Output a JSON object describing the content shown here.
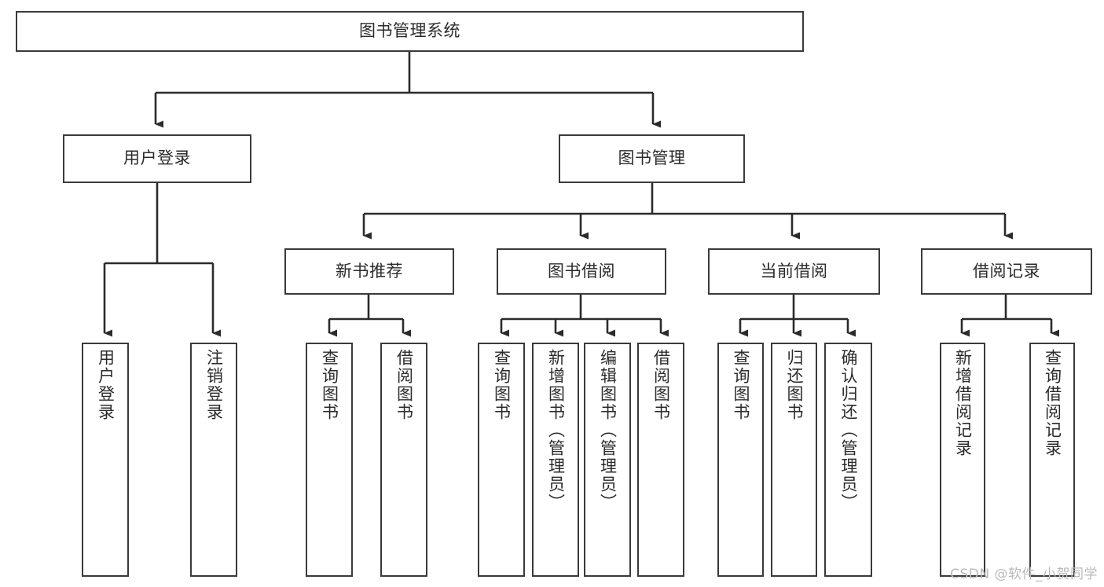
{
  "diagram": {
    "type": "tree-hierarchy-chart",
    "title": "图书管理系统",
    "orientation": "top-down",
    "colors": {
      "box_border": "#3a3a3a",
      "box_fill": "#ffffff",
      "connector": "#3a3a3a",
      "text": "#2b2b2b",
      "watermark": "#b9b9b9"
    },
    "levels": 4
  },
  "nodes": {
    "root": {
      "label": "图书管理系统",
      "level": 0
    },
    "level1": [
      {
        "id": "user-login",
        "label": "用户登录"
      },
      {
        "id": "book-manage",
        "label": "图书管理"
      }
    ],
    "level2": [
      {
        "id": "new-book-recommend",
        "label": "新书推荐",
        "parent": "book-manage"
      },
      {
        "id": "book-borrow",
        "label": "图书借阅",
        "parent": "book-manage"
      },
      {
        "id": "current-borrow",
        "label": "当前借阅",
        "parent": "book-manage"
      },
      {
        "id": "borrow-record",
        "label": "借阅记录",
        "parent": "book-manage"
      }
    ],
    "leaves": {
      "user-login": [
        {
          "id": "leaf-user-login",
          "label": "用户登录"
        },
        {
          "id": "leaf-logout-login",
          "label": "注销登录"
        }
      ],
      "new-book-recommend": [
        {
          "id": "leaf-query-book-1",
          "label": "查询图书"
        },
        {
          "id": "leaf-borrow-book-1",
          "label": "借阅图书"
        }
      ],
      "book-borrow": [
        {
          "id": "leaf-query-book-2",
          "label": "查询图书"
        },
        {
          "id": "leaf-add-book",
          "label": "新增图书（管理员）"
        },
        {
          "id": "leaf-edit-book",
          "label": "编辑图书（管理员）"
        },
        {
          "id": "leaf-borrow-book-2",
          "label": "借阅图书"
        }
      ],
      "current-borrow": [
        {
          "id": "leaf-query-book-3",
          "label": "查询图书"
        },
        {
          "id": "leaf-return-book",
          "label": "归还图书"
        },
        {
          "id": "leaf-confirm-return",
          "label": "确认归还（管理员）"
        }
      ],
      "borrow-record": [
        {
          "id": "leaf-add-record",
          "label": "新增借阅记录"
        },
        {
          "id": "leaf-query-record",
          "label": "查询借阅记录"
        }
      ]
    }
  },
  "watermark": {
    "text": "CSDN @软件_小贺同学"
  }
}
